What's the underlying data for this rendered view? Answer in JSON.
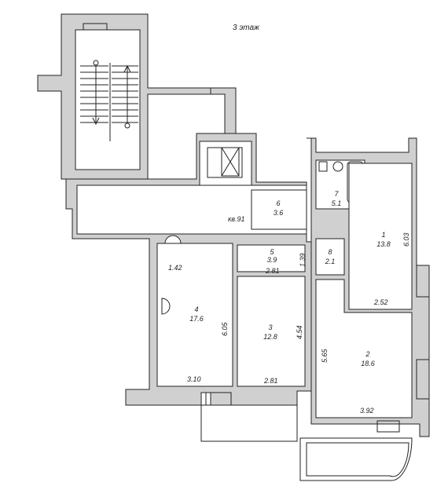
{
  "floor_title": "3 этаж",
  "rooms": [
    {
      "id": "1",
      "area": "13.8"
    },
    {
      "id": "2",
      "area": "18.6"
    },
    {
      "id": "3",
      "area": "12.8"
    },
    {
      "id": "4",
      "area": "17.6"
    },
    {
      "id": "5",
      "area": "3.9"
    },
    {
      "id": "6",
      "area": "3.6"
    },
    {
      "id": "7",
      "area": "5.1"
    },
    {
      "id": "8",
      "area": "2.1"
    }
  ],
  "corridor_label": "кв.91",
  "dimensions": {
    "r1_height": "6.03",
    "r1_width": "2.52",
    "r2_height": "5.65",
    "r2_width": "3.92",
    "r3_height": "4.54",
    "r3_width_top": "2.81",
    "r3_width_bottom": "2.81",
    "r4_height": "6.05",
    "r4_width": "3.10",
    "r4_top": "1.42",
    "r5_height": "1.39"
  }
}
